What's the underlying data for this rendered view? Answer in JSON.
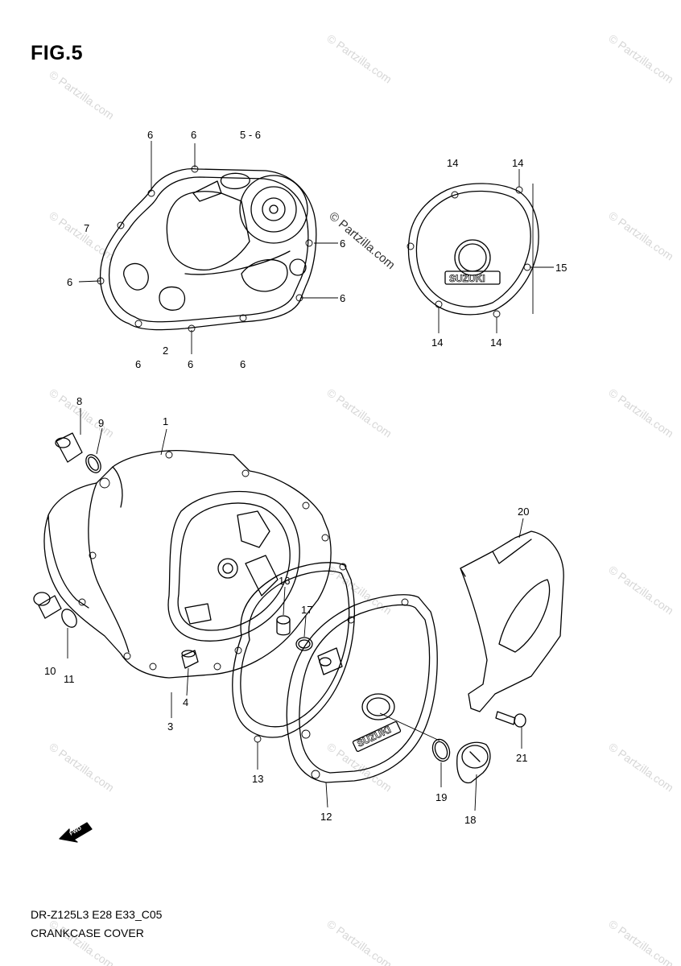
{
  "figure": {
    "label": "FIG.5",
    "model_code": "DR-Z125L3 E28 E33_C05",
    "section_name": "CRANKCASE COVER"
  },
  "watermark": {
    "text": "© Partzilla.com",
    "color": "#d7d7d7"
  },
  "brand_logo": "SUZUKI",
  "front_arrow": {
    "icon": "front-direction-arrow-icon",
    "text": "FWD"
  },
  "callouts": {
    "top_left": [
      {
        "id": "c-6a",
        "text": "6"
      },
      {
        "id": "c-6b",
        "text": "6"
      },
      {
        "id": "c-5-6",
        "text": "5 - 6"
      },
      {
        "id": "c-7",
        "text": "7"
      },
      {
        "id": "c-6c",
        "text": "6"
      },
      {
        "id": "c-6d",
        "text": "6"
      },
      {
        "id": "c-6e",
        "text": "6"
      },
      {
        "id": "c-2",
        "text": "2"
      },
      {
        "id": "c-6f",
        "text": "6"
      },
      {
        "id": "c-6g",
        "text": "6"
      },
      {
        "id": "c-6h",
        "text": "6"
      }
    ],
    "top_right": [
      {
        "id": "c-14a",
        "text": "14"
      },
      {
        "id": "c-14b",
        "text": "14"
      },
      {
        "id": "c-15",
        "text": "15"
      },
      {
        "id": "c-14c",
        "text": "14"
      },
      {
        "id": "c-14d",
        "text": "14"
      }
    ],
    "bottom": [
      {
        "id": "c-8",
        "text": "8"
      },
      {
        "id": "c-9",
        "text": "9"
      },
      {
        "id": "c-1",
        "text": "1"
      },
      {
        "id": "c-20",
        "text": "20"
      },
      {
        "id": "c-16",
        "text": "16"
      },
      {
        "id": "c-17",
        "text": "17"
      },
      {
        "id": "c-10",
        "text": "10"
      },
      {
        "id": "c-11",
        "text": "11"
      },
      {
        "id": "c-4",
        "text": "4"
      },
      {
        "id": "c-3",
        "text": "3"
      },
      {
        "id": "c-13",
        "text": "13"
      },
      {
        "id": "c-12",
        "text": "12"
      },
      {
        "id": "c-19",
        "text": "19"
      },
      {
        "id": "c-18",
        "text": "18"
      },
      {
        "id": "c-21",
        "text": "21"
      }
    ]
  }
}
